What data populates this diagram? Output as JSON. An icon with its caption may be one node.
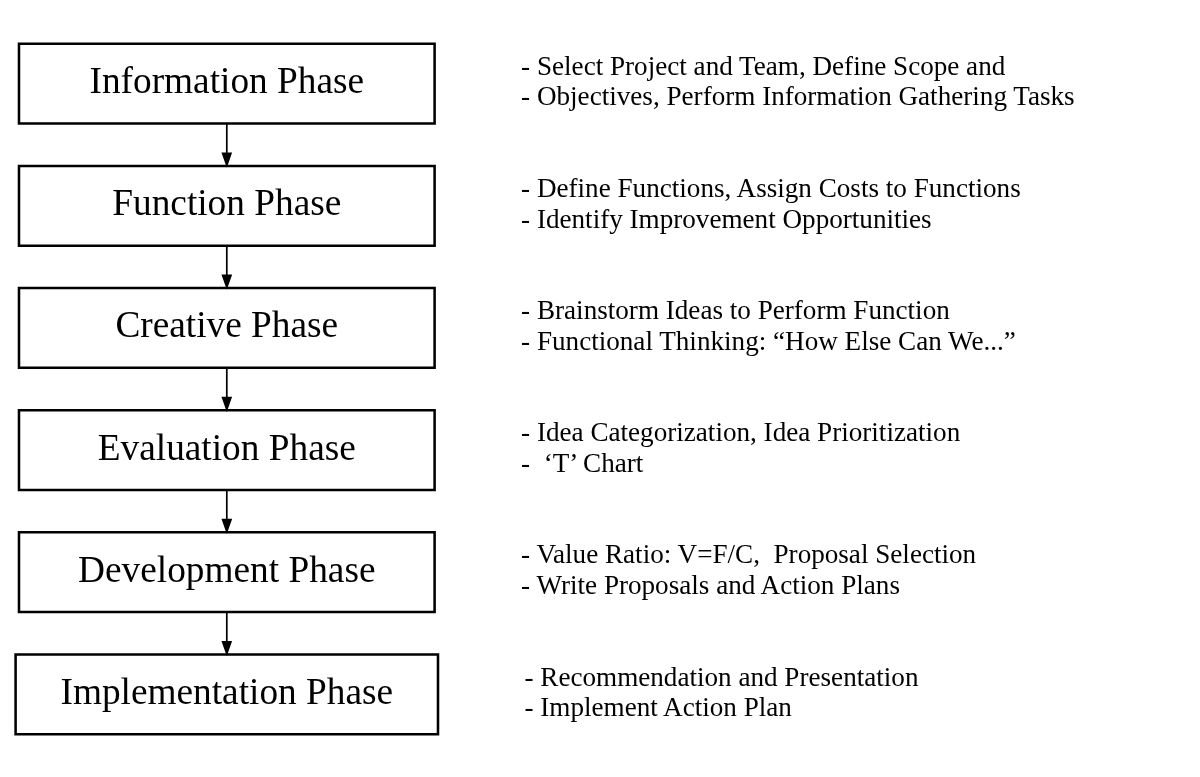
{
  "diagram": {
    "nodes": [
      {
        "text": [
          "Information Phase"
        ],
        "beside": [
          "- Select Project and Team, Define Scope and",
          "- Objectives, Perform Information Gathering Tasks"
        ]
      },
      {
        "text": [
          "Function Phase"
        ],
        "beside": [
          "- Define Functions, Assign Costs to Functions",
          "- Identify Improvement Opportunities"
        ]
      },
      {
        "text": [
          "Creative Phase"
        ],
        "beside": [
          "- Brainstorm Ideas to Perform Function",
          "- Functional Thinking: “How Else Can We...”"
        ]
      },
      {
        "text": [
          "Evaluation Phase"
        ],
        "beside": [
          "- Idea Categorization, Idea Prioritization",
          "-  ‘T’ Chart"
        ]
      },
      {
        "text": [
          "Development Phase"
        ],
        "beside": [
          "- Value Ratio: V=F/C,  Proposal Selection",
          "- Write Proposals and Action Plans"
        ]
      },
      {
        "text": [
          "Implementation Phase"
        ],
        "beside": [
          "- Recommendation and Presentation",
          "- Implement Action Plan"
        ]
      }
    ],
    "edges": [
      {
        "from": 0,
        "to": 1,
        "arrow": "to"
      },
      {
        "from": 1,
        "to": 2,
        "arrow": "to"
      },
      {
        "from": 2,
        "to": 3,
        "arrow": "to"
      },
      {
        "from": 3,
        "to": 4,
        "arrow": "to"
      },
      {
        "from": 4,
        "to": 5,
        "arrow": "to"
      }
    ]
  }
}
